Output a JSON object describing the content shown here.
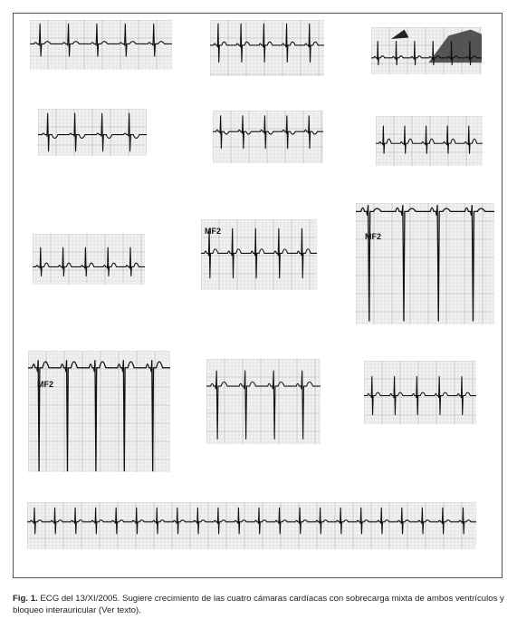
{
  "figure": {
    "panel_lead_label": "MF2",
    "caption": {
      "label": "Fig. 1.",
      "text": " ECG del 13/XI/2005. Sugiere crecimiento de las cuatro cámaras cardíacas con sobrecarga mixta de ambos ventrículos y bloqueo interauricular (Ver texto)."
    }
  }
}
